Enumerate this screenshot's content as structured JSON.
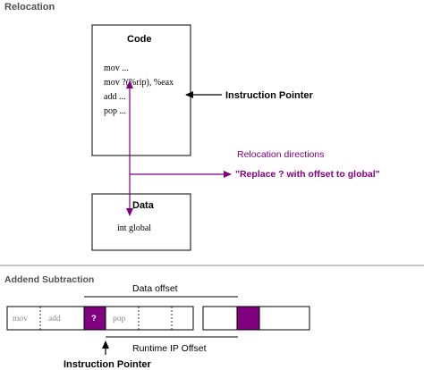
{
  "relocation": {
    "section_title": "Relocation",
    "code_box": {
      "title": "Code",
      "lines": [
        "mov ...",
        "mov ?(%rip), %eax",
        "add ...",
        "pop ..."
      ]
    },
    "instruction_pointer_label": "Instruction Pointer",
    "relocation_directions": {
      "heading": "Relocation directions",
      "text": "\"Replace ? with offset to global\""
    },
    "data_box": {
      "title": "Data",
      "content": "int global"
    }
  },
  "addend": {
    "section_title": "Addend Subtraction",
    "data_offset_label": "Data offset",
    "runtime_ip_offset_label": "Runtime IP Offset",
    "instruction_pointer_label": "Instruction Pointer",
    "code_cells": [
      "mov",
      "add",
      "?",
      "pop"
    ]
  },
  "colors": {
    "accent": "#800080",
    "section_title": "#505050",
    "divider": "#888888",
    "cell_text": "#888888"
  }
}
